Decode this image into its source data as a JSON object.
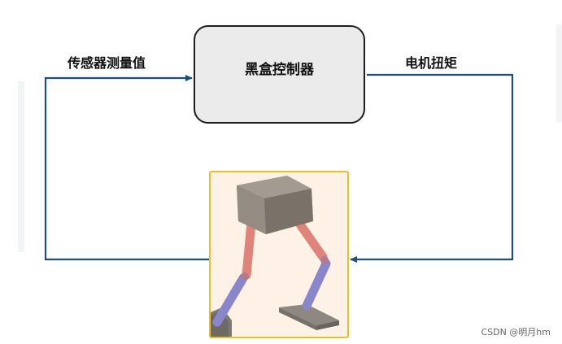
{
  "diagram": {
    "controller": {
      "label": "黑盒控制器"
    },
    "edges": {
      "sensor": {
        "label": "传感器测量值"
      },
      "torque": {
        "label": "电机扭矩"
      }
    },
    "colors": {
      "arrow": "#1f4e79",
      "controller_fill": "#ebebeb",
      "panel_border": "#f1bd24",
      "panel_fill": "#fdf2e5",
      "upper_leg": "#e0837a",
      "lower_leg": "#8a86cc",
      "body": "#8a8178"
    }
  },
  "watermark": "CSDN @明月hm"
}
